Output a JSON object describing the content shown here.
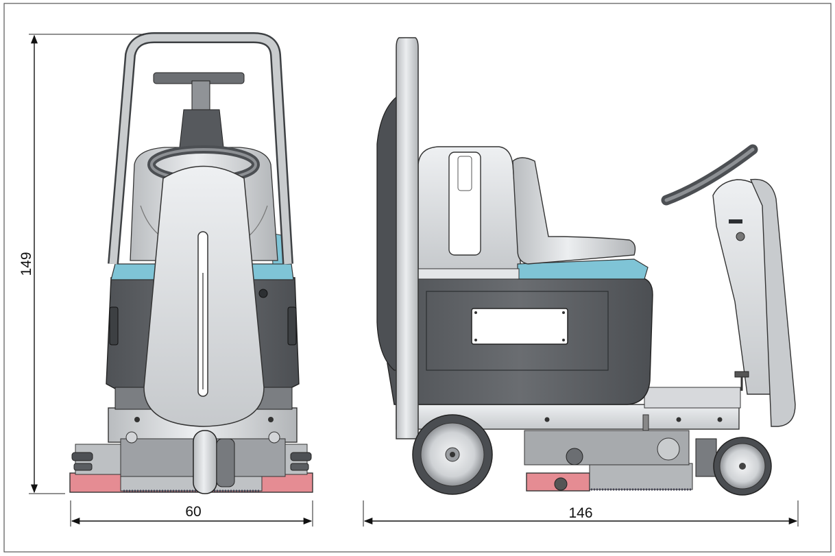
{
  "dimensions": {
    "height_label": "149",
    "front_width_label": "60",
    "side_length_label": "146"
  },
  "colors": {
    "body_grey": "#5f6266",
    "light_grey": "#d9dbdd",
    "accent_teal": "#7fc4d6",
    "squeegee_red": "#e58c93"
  }
}
